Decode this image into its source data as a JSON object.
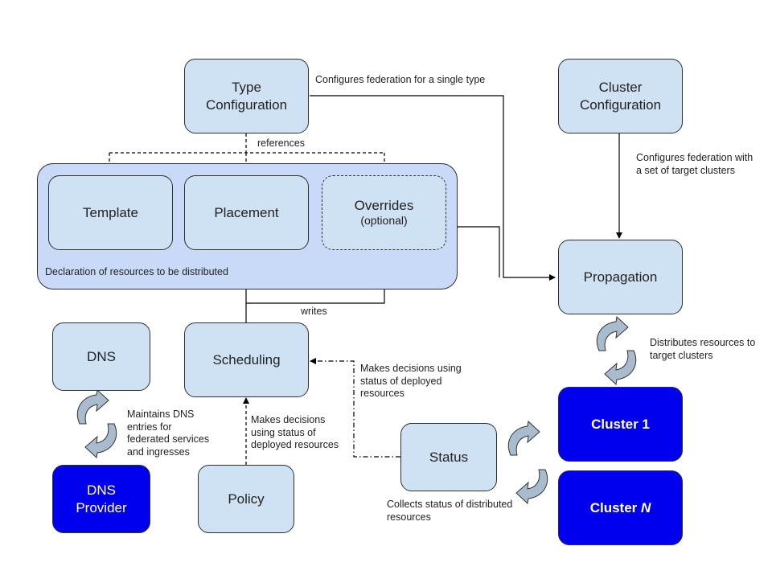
{
  "nodes": {
    "type_config": {
      "line1": "Type",
      "line2": "Configuration"
    },
    "cluster_config": {
      "line1": "Cluster",
      "line2": "Configuration"
    },
    "template": {
      "label": "Template"
    },
    "placement": {
      "label": "Placement"
    },
    "overrides": {
      "label": "Overrides",
      "sub": "(optional)"
    },
    "propagation": {
      "label": "Propagation"
    },
    "dns": {
      "label": "DNS"
    },
    "scheduling": {
      "label": "Scheduling"
    },
    "cluster1": {
      "label": "Cluster 1"
    },
    "clusterN": {
      "label": "Cluster ",
      "italic": "N"
    },
    "status": {
      "label": "Status"
    },
    "dns_provider": {
      "line1": "DNS",
      "line2": "Provider"
    },
    "policy": {
      "label": "Policy"
    }
  },
  "group": {
    "caption": "Declaration of resources to be distributed"
  },
  "edges": {
    "configures_type": "Configures federation for a single type",
    "references": "references",
    "configures_clusters": [
      "Configures federation with",
      "a set of target clusters"
    ],
    "writes": "writes",
    "distributes": [
      "Distributes resources to",
      "target clusters"
    ],
    "makes_decisions_status": [
      "Makes decisions using",
      "status of deployed",
      "resources"
    ],
    "makes_decisions_policy": [
      "Makes decisions",
      "using status of",
      "deployed resources"
    ],
    "maintains_dns": [
      "Maintains DNS",
      "entries for",
      "federated services",
      "and ingresses"
    ],
    "collects_status": [
      "Collects status of distributed",
      "resources"
    ]
  },
  "colors": {
    "light_box": "#cfe2f3",
    "group_fill": "#c9daf8",
    "dark_box": "#0000ee",
    "line": "#000000",
    "cycle_arrow": "#a8bccd"
  }
}
